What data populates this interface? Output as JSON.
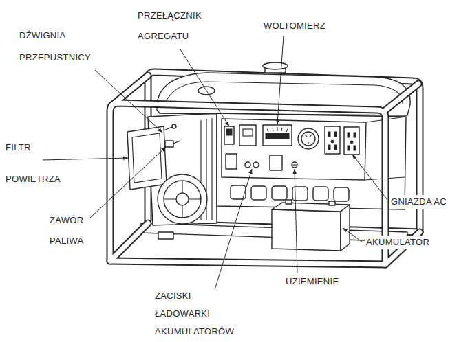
{
  "diagram": {
    "labels": [
      "PRZEŁĄCZNIK AGREGATU",
      "WOLTOMIERZ",
      "DŹWIGNIA PRZEPUSTNICY",
      "FILTR POWIETRZA",
      "ZAWÓR PALIWA",
      "GNIAZDA AC",
      "AKUMULATOR",
      "UZIEMIENIE",
      "ZACISKI ŁADOWARKI AKUMULATORÓW"
    ]
  }
}
